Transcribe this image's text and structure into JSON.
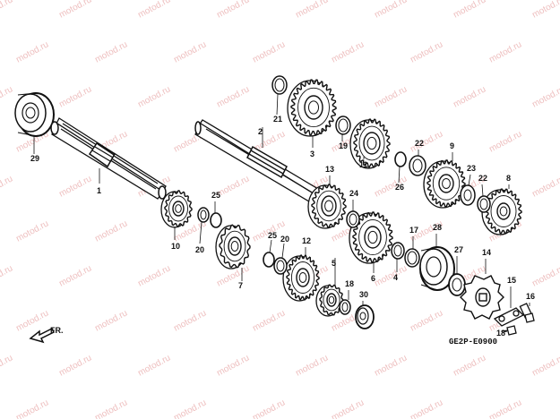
{
  "diagram": {
    "code": "GE2P-E0900",
    "front_label": "FR.",
    "watermark": "motod.ru",
    "parts": {
      "p1": "1",
      "p2": "2",
      "p3": "3",
      "p4": "4",
      "p5": "5",
      "p6": "6",
      "p7": "7",
      "p8": "8",
      "p9": "9",
      "p10": "10",
      "p11": "11",
      "p12": "12",
      "p13": "13",
      "p14": "14",
      "p15": "15",
      "p16": "16",
      "p17": "17",
      "p18a": "18",
      "p18b": "18",
      "p19": "19",
      "p20a": "20",
      "p20b": "20",
      "p21": "21",
      "p22a": "22",
      "p22b": "22",
      "p23": "23",
      "p24": "24",
      "p25a": "25",
      "p25b": "25",
      "p26": "26",
      "p27": "27",
      "p28": "28",
      "p29": "29",
      "p30": "30"
    }
  }
}
